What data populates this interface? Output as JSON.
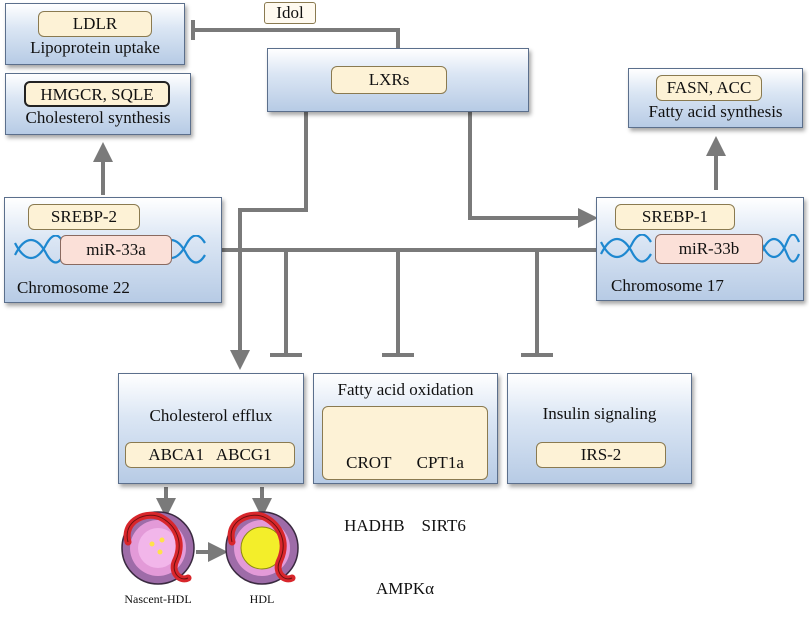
{
  "ldlr": {
    "gene": "LDLR",
    "label": "Lipoprotein uptake"
  },
  "idol": "Idol",
  "lxrs": "LXRs",
  "hmgcr": {
    "gene": "HMGCR, SQLE",
    "label": "Cholesterol synthesis"
  },
  "fasn": {
    "gene": "FASN, ACC",
    "label": "Fatty acid synthesis"
  },
  "srebp2": {
    "name": "SREBP-2",
    "mirna": "miR-33a",
    "chromosome": "Chromosome 22"
  },
  "srebp1": {
    "name": "SREBP-1",
    "mirna": "miR-33b",
    "chromosome": "Chromosome 17"
  },
  "efflux": {
    "title": "Cholesterol efflux",
    "genes": "ABCA1   ABCG1"
  },
  "fao": {
    "title": "Fatty acid oxidation",
    "line1": "CROT      CPT1a",
    "line2": "HADHB    SIRT6",
    "line3": "AMPKα"
  },
  "insulin": {
    "title": "Insulin signaling",
    "gene": "IRS-2"
  },
  "hdl": {
    "nascent": "Nascent-HDL",
    "mature": "HDL"
  },
  "colors": {
    "arrow": "#7a7a7a",
    "box_top": "#ffffff",
    "box_bottom": "#b7cbe5",
    "pill": "#fdf2d6",
    "pink": "#fbe0d8",
    "dna": "#1e88d0",
    "hdl_ring": "#d8262b"
  }
}
